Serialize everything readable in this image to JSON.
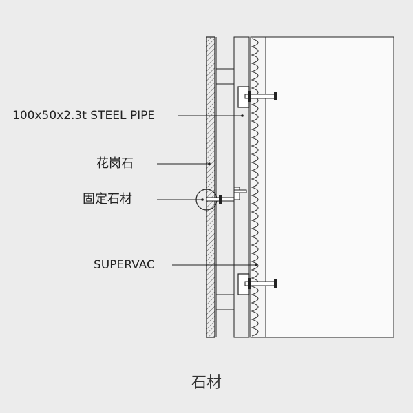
{
  "labels": {
    "steel_pipe": "100x50x2.3t STEEL PIPE",
    "granite": "花岗石",
    "fixing": "固定石材",
    "supervac": "SUPERVAC"
  },
  "caption": "石材",
  "colors": {
    "background": "#ececec",
    "line": "#222222",
    "panel": "#ffffff"
  }
}
